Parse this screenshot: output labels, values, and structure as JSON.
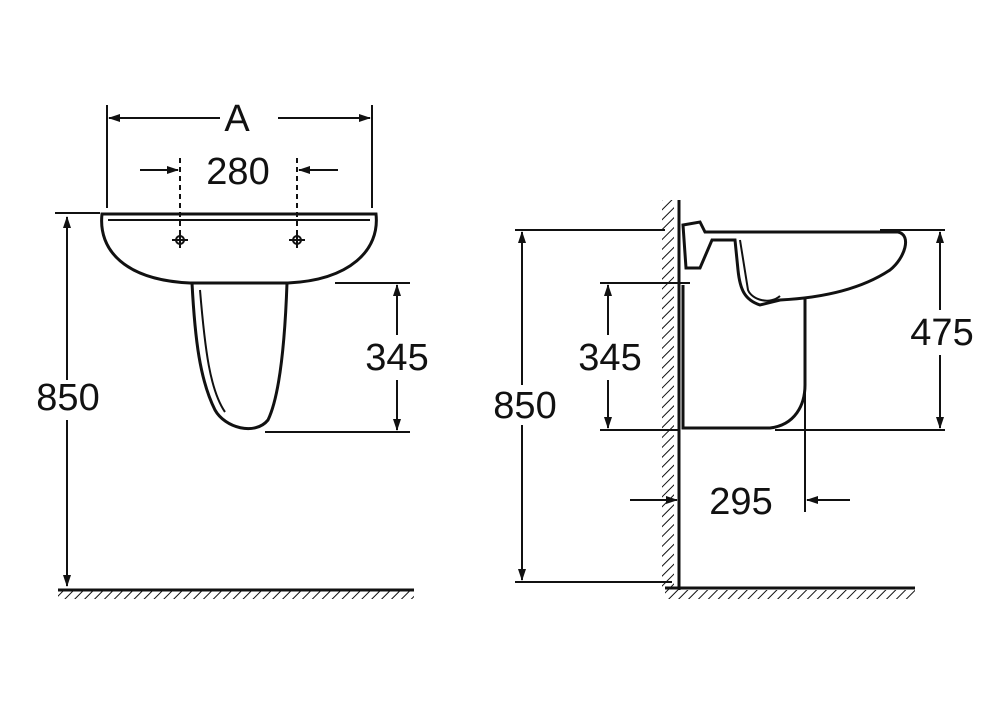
{
  "front_view": {
    "width_label": "A",
    "tap_spacing": "280",
    "height_total": "850",
    "pedestal_height": "345"
  },
  "side_view": {
    "height_total": "850",
    "pedestal_height": "345",
    "basin_height": "475",
    "projection": "295"
  },
  "colors": {
    "line": "#111111",
    "background": "#ffffff"
  }
}
